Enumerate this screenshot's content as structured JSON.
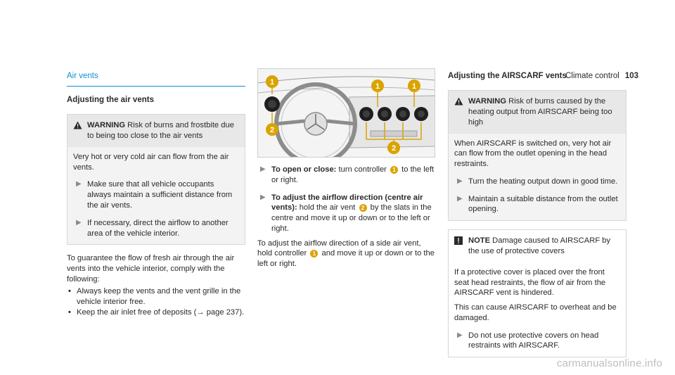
{
  "running_head": {
    "title": "Climate control",
    "page": "103"
  },
  "col1": {
    "section_title": "Air vents",
    "subheading": "Adjusting the air vents",
    "warning": {
      "label": "WARNING",
      "headline": " Risk of burns and frostbite due to being too close to the air vents",
      "body": "Very hot or very cold air can flow from the air vents.",
      "actions": [
        "Make sure that all vehicle occupants always maintain a sufficient distance from the air vents.",
        "If necessary, direct the airflow to another area of the vehicle interior."
      ]
    },
    "para": "To guarantee the flow of fresh air through the air vents into the vehicle interior, comply with the following:",
    "bullets": [
      "Always keep the vents and the vent grille in the vehicle interior free.",
      "Keep the air inlet free of deposits (→ page 237)."
    ]
  },
  "col2": {
    "figure_callouts": [
      "1",
      "2"
    ],
    "action1": {
      "lead": "To open or close:",
      "pre": " turn controller ",
      "callout": "1",
      "post": " to the left or right."
    },
    "action2": {
      "lead": "To adjust the airflow direction (centre air vents):",
      "pre": " hold the air vent ",
      "callout": "2",
      "post": " by the slats in the centre and move it up or down or to the left or right."
    },
    "para": {
      "pre": "To adjust the airflow direction of a side air vent, hold controller ",
      "callout": "1",
      "post": " and move it up or down or to the left or right."
    }
  },
  "col3": {
    "subheading": "Adjusting the AIRSCARF vents",
    "warning": {
      "label": "WARNING",
      "headline": " Risk of burns caused by the heating output from AIRSCARF being too high",
      "body": "When AIRSCARF is switched on, very hot air can flow from the outlet opening in the head restraints.",
      "actions": [
        "Turn the heating output down in good time.",
        "Maintain a suitable distance from the outlet opening."
      ]
    },
    "note": {
      "label": "NOTE",
      "headline": " Damage caused to AIRSCARF by the use of protective covers",
      "body1": "If a protective cover is placed over the front seat head restraints, the flow of air from the AIRSCARF vent is hindered.",
      "body2": "This can cause AIRSCARF to overheat and be damaged.",
      "actions": [
        "Do not use protective covers on head restraints with AIRSCARF."
      ]
    }
  },
  "watermark": "carmanualsonline.info",
  "colors": {
    "accent": "#0a8fd1",
    "callout": "#d9a300",
    "warning_bg": "#e8e8e8",
    "body_bg": "#f3f3f3"
  }
}
